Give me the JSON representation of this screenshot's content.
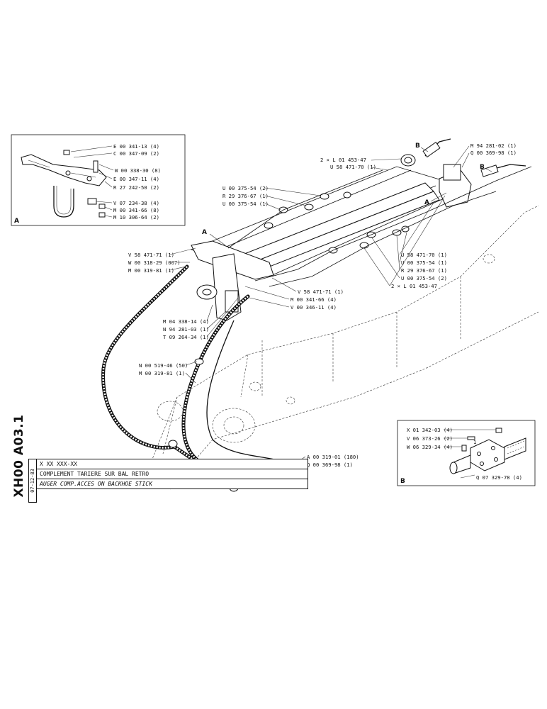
{
  "document": {
    "number": "XH00 A03.1",
    "date": "07-12-83",
    "code": "X XX XXX-XX",
    "title_fr": "COMPLEMENT TARIERE SUR BAL RETRO",
    "title_en": "AUGER COMP.ACCES ON BACKHOE STICK"
  },
  "inset_a": {
    "letter": "A",
    "labels": [
      "E 00 341-13 (4)",
      "C 00 347-09 (2)",
      "W 00 338-30 (8)",
      "E 00 347-11 (4)",
      "R 27 242-50 (2)",
      "V 07 234-38 (4)",
      "M 00 341-66 (8)",
      "M 10 306-64 (2)"
    ]
  },
  "inset_b": {
    "letter": "B",
    "labels": [
      "X 01 342-03 (4)",
      "V 06 373-26 (2)",
      "W 06 329-34 (4)",
      "Q 07 329-78 (4)"
    ],
    "index": "1"
  },
  "main": {
    "callout_a_left": "A",
    "callout_a_right": "A",
    "callout_b_left": "B",
    "callout_b_right": "B",
    "top_labels": [
      "2 × L 01 453-47",
      "U 58 471-70 (1)",
      "M 94 281-02 (1)",
      "Q 00 369-98 (1)"
    ],
    "upper_left_labels": [
      "U 00 375-54 (2)",
      "R 29 376-67 (1)",
      "U 00 375-54 (1)"
    ],
    "left_labels": [
      "V 58 471-71 (1)",
      "W 00 318-29 (007)",
      "M 00 319-81 (1)"
    ],
    "mid_left_labels": [
      "M 04 338-14 (4)",
      "N 94 281-03 (1)",
      "T 09 264-34 (1)"
    ],
    "mid_right_labels": [
      "V 58 471-71 (1)",
      "M 00 341-66 (4)",
      "V 00 346-11 (4)"
    ],
    "right_labels": [
      "U 58 471-70 (1)",
      "U 00 375-54 (1)",
      "R 29 376-67 (1)",
      "U 00 375-54 (2)",
      "2 × L 01 453-47"
    ],
    "lower_left_labels": [
      "N 00 519-46 (50)",
      "M 00 319-81 (1)"
    ],
    "bottom_labels": [
      "A 00 319-01 (180)",
      "Q 00 369-98 (1)"
    ]
  }
}
